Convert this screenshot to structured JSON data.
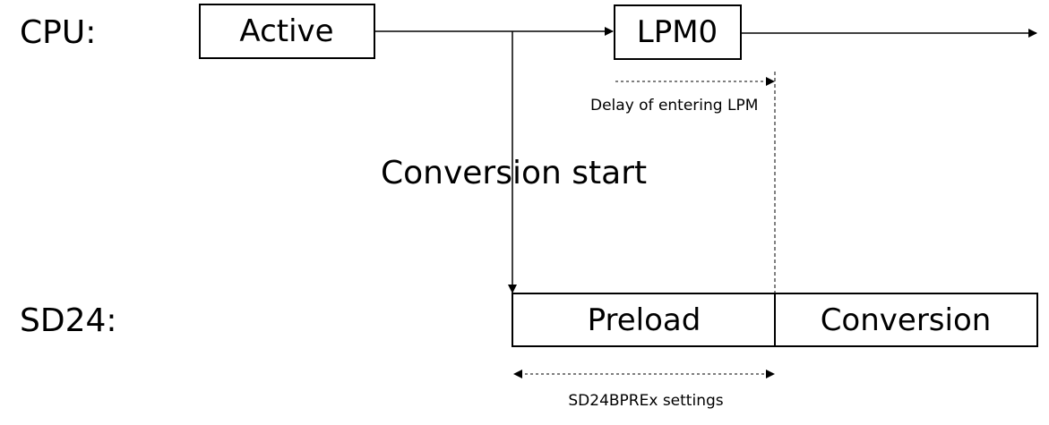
{
  "cpu_label": "CPU:",
  "sd24_label": "SD24:",
  "cpu_states": {
    "active": "Active",
    "lpm0": "LPM0"
  },
  "sd24_states": {
    "preload": "Preload",
    "conversion": "Conversion"
  },
  "annotations": {
    "delay": "Delay of entering LPM",
    "conversion_start": "Conversion start",
    "preload_duration": "SD24BPREx settings"
  }
}
